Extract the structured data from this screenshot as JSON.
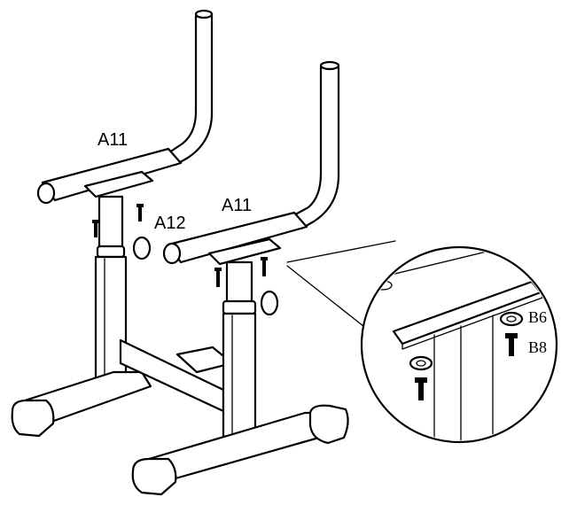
{
  "labels": {
    "front_bar": "A11",
    "rear_bar": "A11",
    "top_plate": "A12",
    "washer": "B6",
    "screw": "B8"
  },
  "icons": {
    "frame": "desk-frame-illustration",
    "detail": "magnified-detail-circle"
  }
}
